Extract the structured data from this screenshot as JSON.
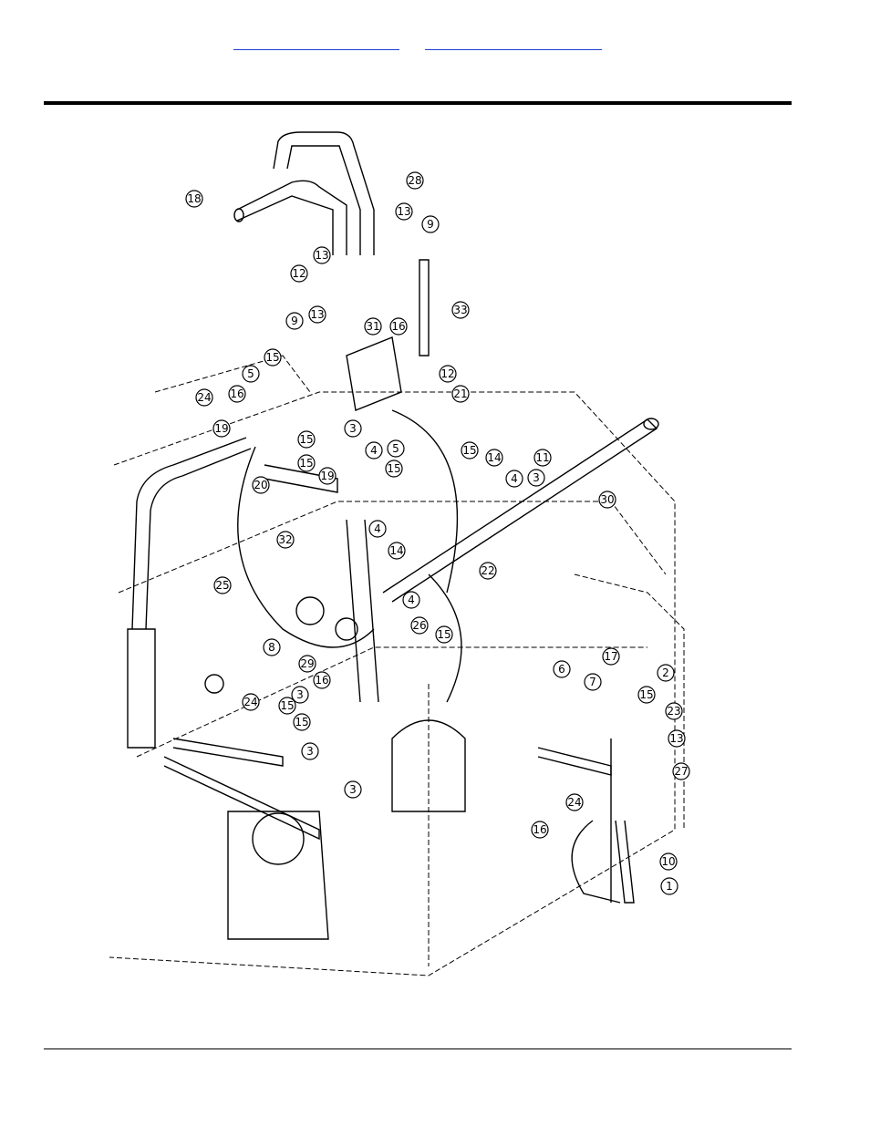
{
  "callouts": [
    "18",
    "28",
    "13",
    "9",
    "13",
    "12",
    "33",
    "9",
    "13",
    "31",
    "16",
    "15",
    "5",
    "12",
    "21",
    "24",
    "16",
    "3",
    "15",
    "19",
    "15",
    "5",
    "4",
    "15",
    "15",
    "14",
    "11",
    "4",
    "3",
    "30",
    "20",
    "19",
    "32",
    "4",
    "14",
    "22",
    "25",
    "8",
    "26",
    "4",
    "15",
    "29",
    "16",
    "3",
    "15",
    "15",
    "3",
    "24",
    "6",
    "17",
    "7",
    "2",
    "15",
    "23",
    "13",
    "27",
    "3",
    "24",
    "16",
    "10",
    "1"
  ]
}
